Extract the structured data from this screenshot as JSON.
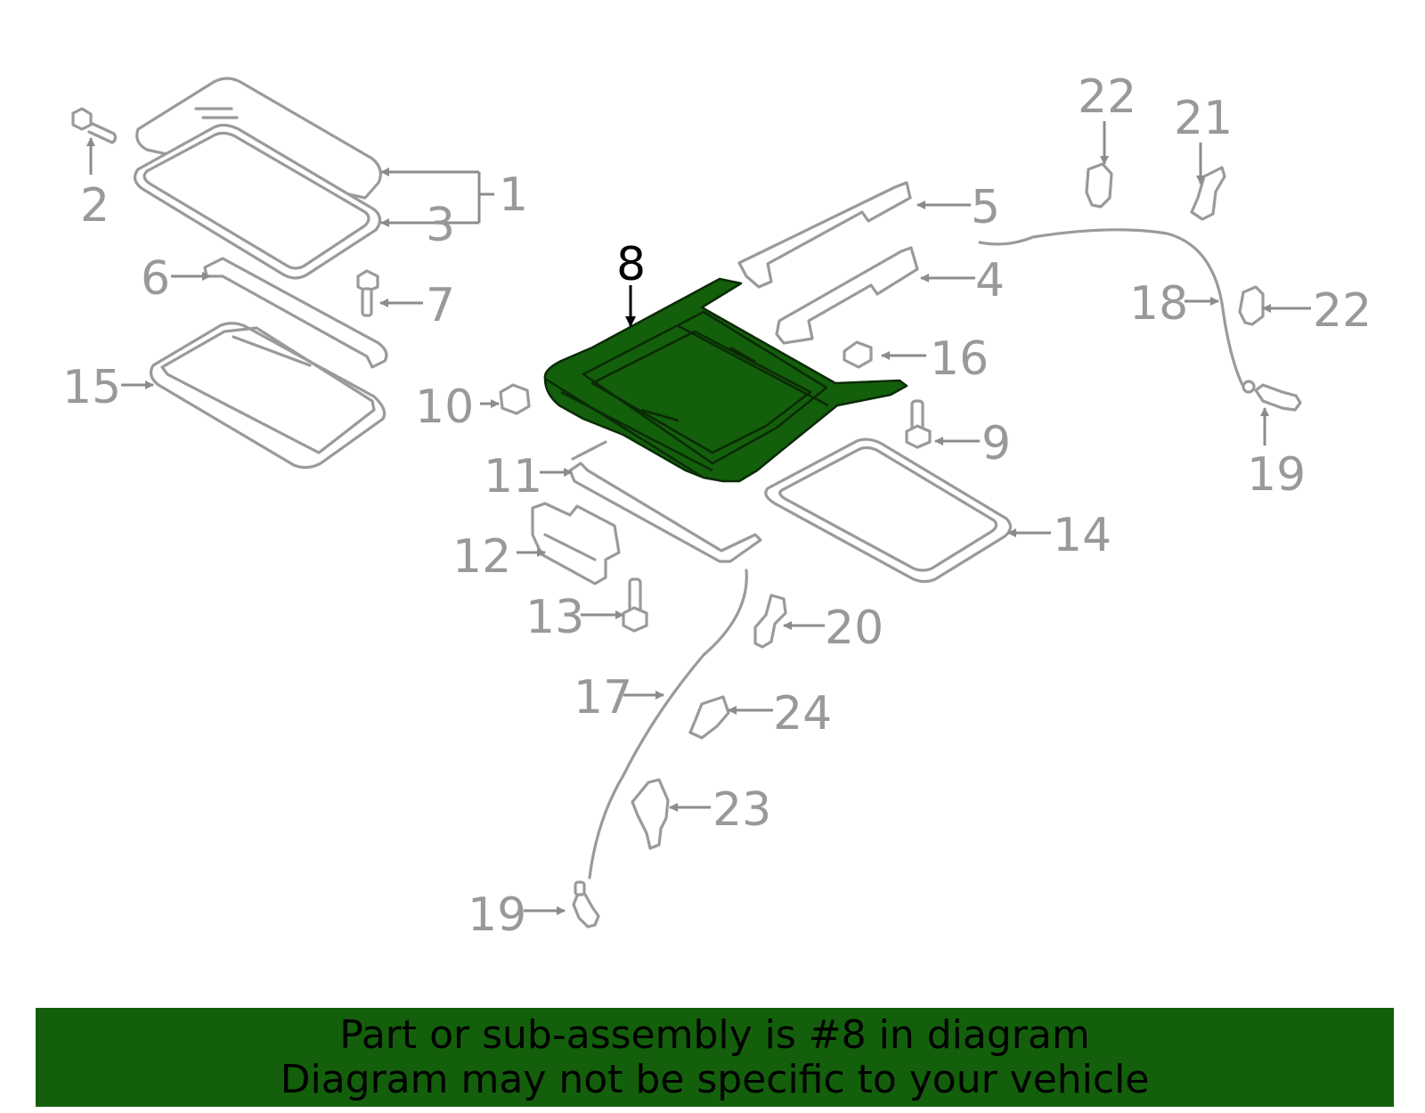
{
  "callouts": {
    "c1": "1",
    "c2": "2",
    "c3": "3",
    "c4": "4",
    "c5": "5",
    "c6": "6",
    "c7": "7",
    "c8": "8",
    "c9": "9",
    "c10": "10",
    "c11": "11",
    "c12": "12",
    "c13": "13",
    "c14": "14",
    "c15": "15",
    "c16": "16",
    "c17": "17",
    "c18": "18",
    "c19a": "19",
    "c19b": "19",
    "c20": "20",
    "c21": "21",
    "c22a": "22",
    "c22b": "22",
    "c23": "23",
    "c24": "24"
  },
  "highlight": {
    "part_number": "8",
    "color": "#135f0b"
  },
  "banner": {
    "line1": "Part or sub-assembly is #8 in diagram",
    "line2": "Diagram may not be specific to your vehicle",
    "color": "#135f0b"
  }
}
